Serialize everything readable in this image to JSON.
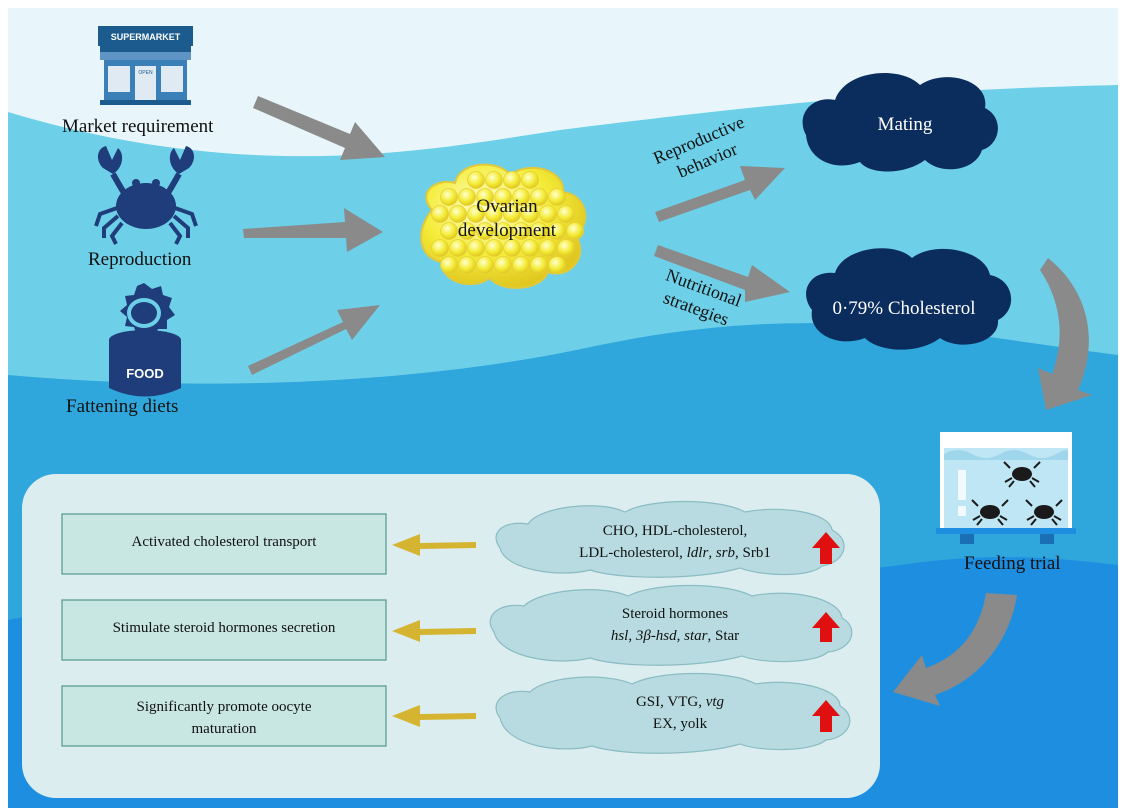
{
  "inputs": {
    "market": {
      "label": "Market requirement",
      "sign": "SUPERMARKET",
      "door_sign": "OPEN"
    },
    "reproduction": {
      "label": "Reproduction"
    },
    "fattening": {
      "label": "Fattening diets",
      "can_text": "FOOD"
    }
  },
  "center": {
    "line1": "Ovarian",
    "line2": "development"
  },
  "branches": {
    "top": {
      "line1": "Reproductive",
      "line2": "behavior"
    },
    "bottom": {
      "line1": "Nutritional",
      "line2": "strategies"
    }
  },
  "clouds": {
    "mating": "Mating",
    "cholesterol": "0·79% Cholesterol"
  },
  "feeding": {
    "label": "Feeding trial"
  },
  "results": [
    {
      "box": "Activated cholesterol transport",
      "cloud_line1": "CHO, HDL-cholesterol,",
      "cloud_line2_a": "LDL-cholesterol, ",
      "cloud_line2_i1": "ldlr",
      "cloud_line2_b": ", ",
      "cloud_line2_i2": "srb",
      "cloud_line2_c": ", Srb1"
    },
    {
      "box": "Stimulate steroid hormones secretion",
      "cloud_line1": "Steroid hormones",
      "cloud_line2_i1": "hsl",
      "cloud_line2_b": ", ",
      "cloud_line2_i2": "3β-hsd",
      "cloud_line2_c": ", ",
      "cloud_line2_i3": "star",
      "cloud_line2_d": ", Star"
    },
    {
      "box_line1": "Significantly promote oocyte",
      "box_line2": "maturation",
      "cloud_line1_a": "GSI, VTG, ",
      "cloud_line1_i": "vtg",
      "cloud_line2": "EX, yolk"
    }
  ],
  "colors": {
    "sky": "#e8f6fb",
    "water_light": "#6dd0e8",
    "water_mid": "#30a8dc",
    "water_deep": "#1e8fe0",
    "cloud_dark": "#0b2d5e",
    "panel": "#dcedf0",
    "box": "#c9e7e2",
    "gold_arrow": "#d4b431",
    "grey_arrow": "#8a8a8a",
    "up_arrow": "#e01010",
    "egg": "#f4ec38"
  }
}
